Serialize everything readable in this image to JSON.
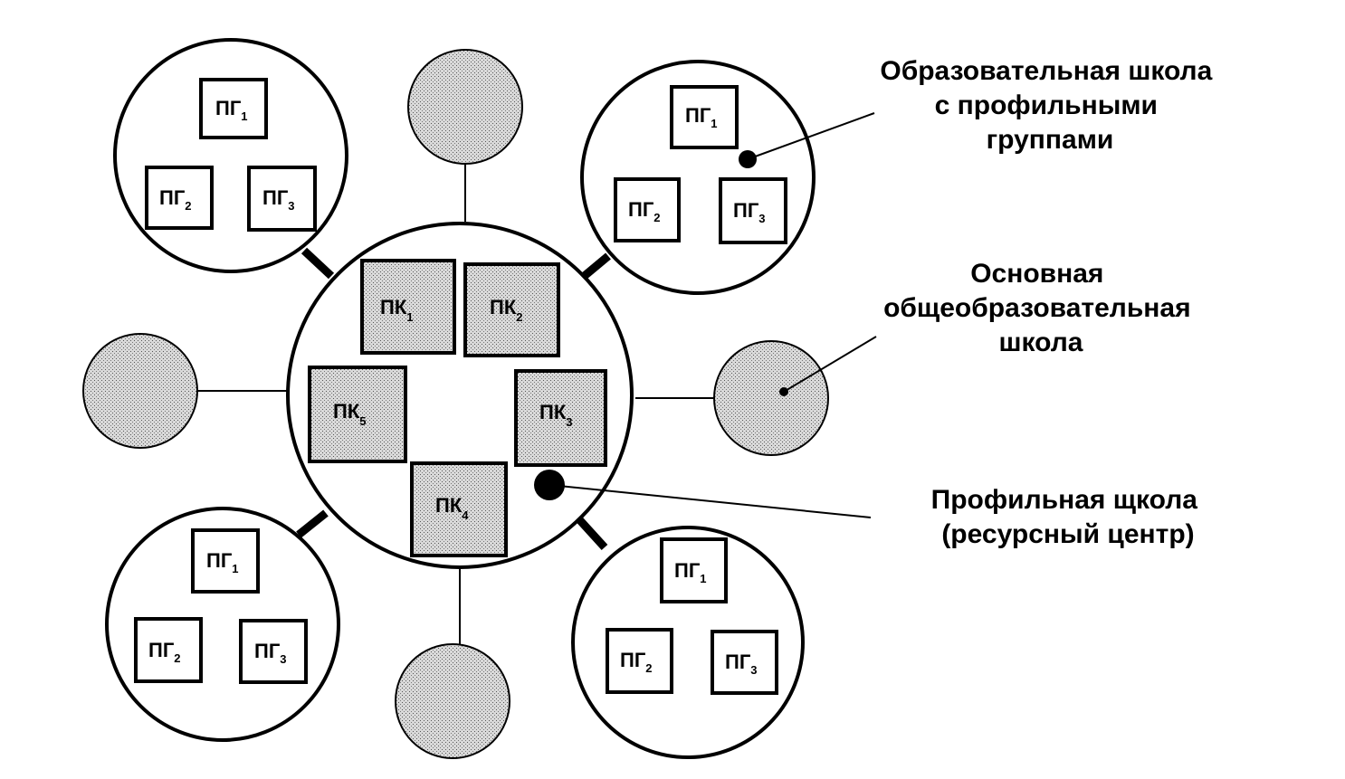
{
  "colors": {
    "stroke": "#000000",
    "shade_fill": "#c8c8c8",
    "background": "#ffffff"
  },
  "resource_center": {
    "cabinets": [
      {
        "base": "ПК",
        "index": "1"
      },
      {
        "base": "ПК",
        "index": "2"
      },
      {
        "base": "ПК",
        "index": "3"
      },
      {
        "base": "ПК",
        "index": "4"
      },
      {
        "base": "ПК",
        "index": "5"
      }
    ]
  },
  "profile_schools": [
    {
      "groups": [
        {
          "base": "ПГ",
          "index": "1"
        },
        {
          "base": "ПГ",
          "index": "2"
        },
        {
          "base": "ПГ",
          "index": "3"
        }
      ]
    },
    {
      "groups": [
        {
          "base": "ПГ",
          "index": "1"
        },
        {
          "base": "ПГ",
          "index": "2"
        },
        {
          "base": "ПГ",
          "index": "3"
        }
      ]
    },
    {
      "groups": [
        {
          "base": "ПГ",
          "index": "1"
        },
        {
          "base": "ПГ",
          "index": "2"
        },
        {
          "base": "ПГ",
          "index": "3"
        }
      ]
    },
    {
      "groups": [
        {
          "base": "ПГ",
          "index": "1"
        },
        {
          "base": "ПГ",
          "index": "2"
        },
        {
          "base": "ПГ",
          "index": "3"
        }
      ]
    }
  ],
  "legend": {
    "profile_groups_school": [
      "Образовательная школа",
      "с профильными",
      "группами"
    ],
    "basic_school": [
      "Основная",
      "общеобразовательная",
      "школа"
    ],
    "resource_center": [
      "Профильная щкола",
      "(ресурсный центр)"
    ]
  }
}
